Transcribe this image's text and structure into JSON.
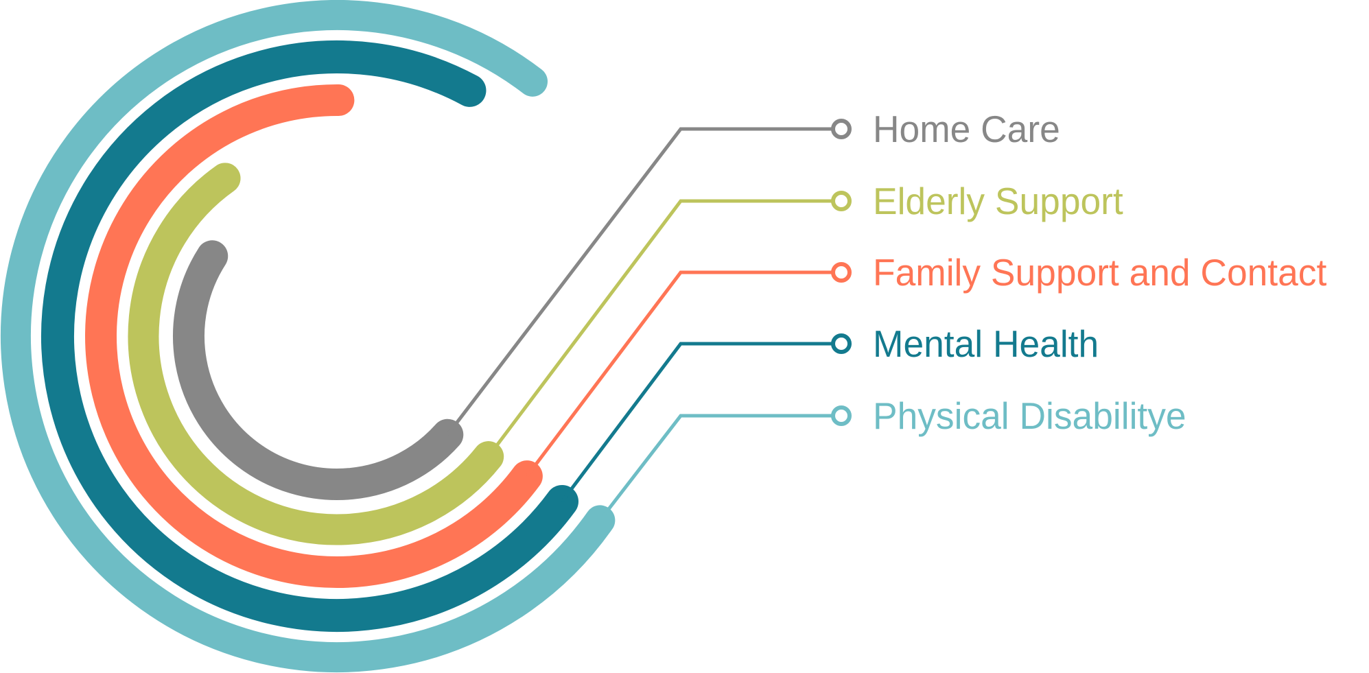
{
  "chart_data": {
    "type": "radial-bar",
    "title": "",
    "unit": "fraction of full circle",
    "series": [
      {
        "name": "Home Care",
        "value": 0.475,
        "color": "#878787"
      },
      {
        "name": "Elderly Support",
        "value": 0.545,
        "color": "#BDC45C"
      },
      {
        "name": "Family Support and Contact",
        "value": 0.65,
        "color": "#FF7555"
      },
      {
        "name": "Mental Health",
        "value": 0.728,
        "color": "#137A8E"
      },
      {
        "name": "Physical Disabilitye",
        "value": 0.757,
        "color": "#6EBDC5"
      }
    ],
    "legend": "right"
  }
}
